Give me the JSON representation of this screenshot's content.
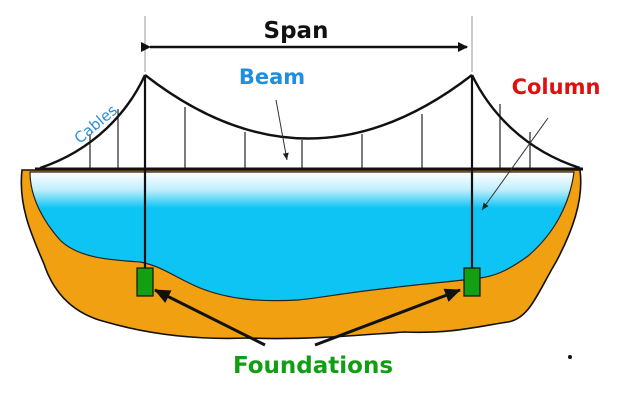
{
  "labels": {
    "span": "Span",
    "beam": "Beam",
    "column": "Column",
    "cables": "Cables",
    "foundations": "Foundations"
  },
  "colors": {
    "ground": "#f0a010",
    "water": "#0ec4f4",
    "foundation_block": "#12a012",
    "structure": "#111111",
    "beam_label": "#1e8fe0",
    "column_label": "#e01010",
    "cables_label": "#2a8fd6",
    "foundations_label": "#129e12"
  }
}
